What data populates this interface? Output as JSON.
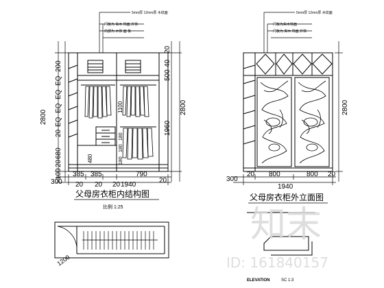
{
  "left_drawing": {
    "title": "父母房衣柜内结构图",
    "scale": "比例 1:25",
    "notes": [
      "5mm厚 12mm厚 木纹面",
      "门板为 实木 饰面 外饰",
      "内部为 木饰 面 板"
    ],
    "dims_vertical_left": [
      "2800",
      "200",
      "EQ",
      "EQ",
      "EQ",
      "EQ",
      "20",
      "680",
      "20",
      "100"
    ],
    "dims_vertical_inner": [
      "1100",
      "480",
      "180",
      "180",
      "180"
    ],
    "dims_vertical_right": [
      "20",
      "40",
      "500",
      "2800"
    ],
    "dims_top_inner": [
      "1960"
    ],
    "dims_bottom_1": [
      "385",
      "385",
      "790"
    ],
    "dims_bottom_2": [
      "300",
      "20",
      "20",
      "20",
      "1940",
      "20"
    ]
  },
  "right_drawing": {
    "title": "父母房衣柜外立面图",
    "notes": [
      "5mm厚 12mm厚 木纹面",
      "门板为实木饰面",
      "门板为 实木 饰面 外饰"
    ],
    "dims_vertical": [
      "2800"
    ],
    "dims_bottom_1": [
      "300",
      "20",
      "800",
      "800",
      "20"
    ],
    "dims_bottom_2": [
      "1940"
    ]
  },
  "plan_drawing": {
    "dim_label": "1200",
    "elevation_label": "ELEVATION",
    "elevation_scale": "SC 1:3"
  },
  "watermark": {
    "logo_text": "知末",
    "id_text": "ID: 161840157"
  }
}
